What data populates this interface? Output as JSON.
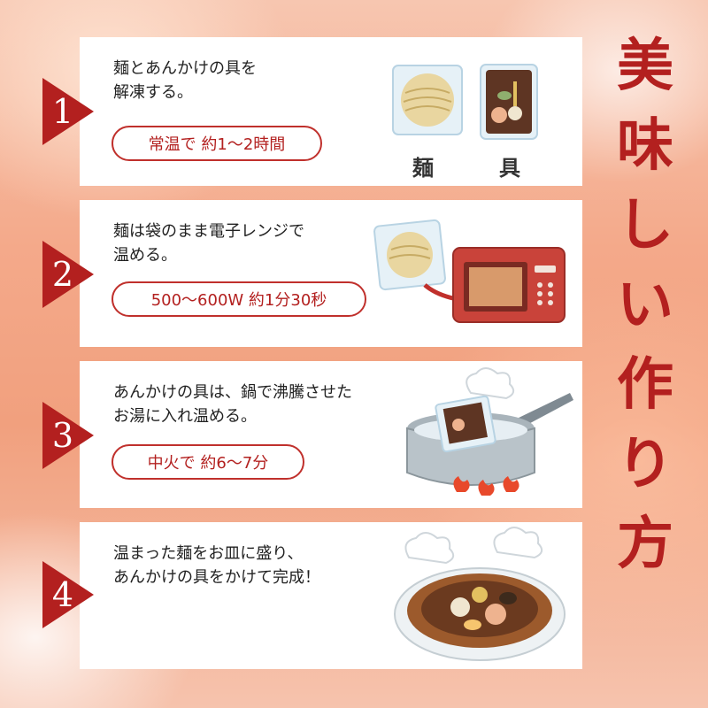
{
  "title_chars": [
    "美",
    "味",
    "し",
    "い",
    "作",
    "り",
    "方"
  ],
  "colors": {
    "accent": "#b3201f",
    "card": "#ffffff"
  },
  "steps": [
    {
      "num": "1",
      "text": "麺とあんかけの具を\n解凍する。",
      "pill": "常温で 約1〜2時間",
      "labels": [
        "麺",
        "具"
      ]
    },
    {
      "num": "2",
      "text": "麺は袋のまま電子レンジで\n温める。",
      "pill": "500〜600W 約1分30秒"
    },
    {
      "num": "3",
      "text": "あんかけの具は、鍋で沸騰させた\nお湯に入れ温める。",
      "pill": "中火で 約6〜7分"
    },
    {
      "num": "4",
      "text": "温まった麺をお皿に盛り、\nあんかけの具をかけて完成！"
    }
  ]
}
